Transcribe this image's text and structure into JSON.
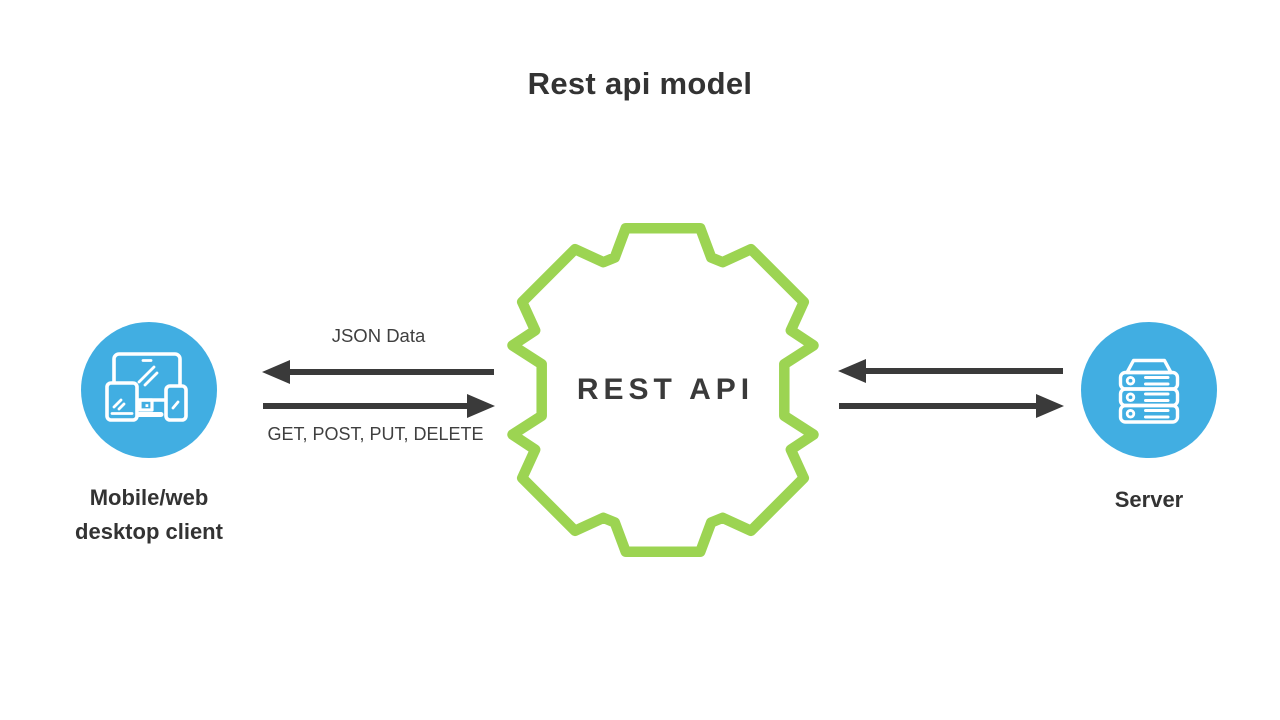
{
  "title": "Rest api model",
  "colors": {
    "node_circle_blue": "#41AEE2",
    "gear_green": "#9CD452",
    "ink_dark": "#3A3A3A"
  },
  "client_node": {
    "icon": "devices-icon",
    "label_line1": "Mobile/web",
    "label_line2": "desktop client"
  },
  "api_node": {
    "icon": "gear-icon",
    "label": "REST API"
  },
  "server_node": {
    "icon": "server-rack-icon",
    "label": "Server"
  },
  "client_api_link": {
    "response_label": "JSON Data",
    "response_arrow_direction": "left",
    "request_label": "GET, POST, PUT, DELETE",
    "request_arrow_direction": "right"
  },
  "api_server_link": {
    "response_arrow_direction": "left",
    "request_arrow_direction": "right"
  }
}
